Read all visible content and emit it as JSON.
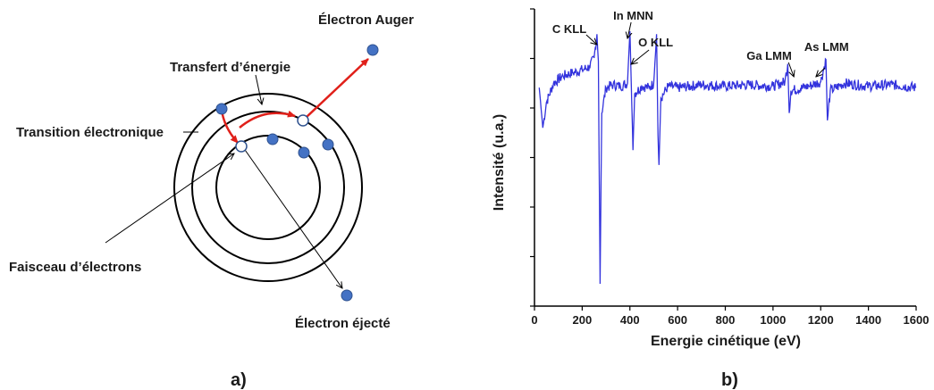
{
  "diagram": {
    "labels": {
      "auger": "Électron Auger",
      "transfer": "Transfert d’énergie",
      "transition": "Transition électronique",
      "beam": "Faisceau d’électrons",
      "ejected": "Électron éjecté"
    },
    "panel_label": "a)",
    "colors": {
      "electron": "#4472c4",
      "arrow": "#e0201a",
      "line": "#000000"
    }
  },
  "chart": {
    "panel_label": "b)",
    "color": "#3333dd",
    "chart_data": {
      "type": "line",
      "xlabel": "Energie cinétique (eV)",
      "ylabel": "Intensité (u.a.)",
      "xlim": [
        0,
        1600
      ],
      "x_ticks": [
        0,
        200,
        400,
        600,
        800,
        1000,
        1200,
        1400,
        1600
      ],
      "y_ticks_count": 6,
      "baseline": 0.5,
      "annotations": [
        {
          "text": "C  KLL",
          "x": 262
        },
        {
          "text": "In  MNN",
          "x": 405
        },
        {
          "text": "O  KLL",
          "x": 510
        },
        {
          "text": "Ga  LMM",
          "x": 1065
        },
        {
          "text": "As  LMM",
          "x": 1225
        }
      ],
      "series": [
        {
          "points": [
            [
              20,
              0.52
            ],
            [
              35,
              0.25
            ],
            [
              50,
              0.42
            ],
            [
              80,
              0.55
            ],
            [
              120,
              0.6
            ],
            [
              160,
              0.62
            ],
            [
              200,
              0.64
            ],
            [
              230,
              0.66
            ],
            [
              250,
              0.72
            ],
            [
              262,
              0.88
            ],
            [
              268,
              0.7
            ],
            [
              275,
              -0.8
            ],
            [
              282,
              0.35
            ],
            [
              300,
              0.52
            ],
            [
              330,
              0.54
            ],
            [
              360,
              0.53
            ],
            [
              390,
              0.55
            ],
            [
              400,
              0.9
            ],
            [
              408,
              0.4
            ],
            [
              413,
              0.1
            ],
            [
              420,
              0.48
            ],
            [
              450,
              0.53
            ],
            [
              480,
              0.52
            ],
            [
              500,
              0.55
            ],
            [
              512,
              0.88
            ],
            [
              518,
              0.2
            ],
            [
              522,
              0.0
            ],
            [
              530,
              0.45
            ],
            [
              560,
              0.53
            ],
            [
              600,
              0.52
            ],
            [
              700,
              0.54
            ],
            [
              800,
              0.53
            ],
            [
              900,
              0.54
            ],
            [
              1000,
              0.53
            ],
            [
              1050,
              0.56
            ],
            [
              1062,
              0.68
            ],
            [
              1068,
              0.35
            ],
            [
              1075,
              0.5
            ],
            [
              1150,
              0.53
            ],
            [
              1200,
              0.56
            ],
            [
              1222,
              0.71
            ],
            [
              1228,
              0.3
            ],
            [
              1240,
              0.5
            ],
            [
              1300,
              0.55
            ],
            [
              1400,
              0.53
            ],
            [
              1500,
              0.54
            ],
            [
              1600,
              0.52
            ]
          ]
        }
      ]
    }
  }
}
